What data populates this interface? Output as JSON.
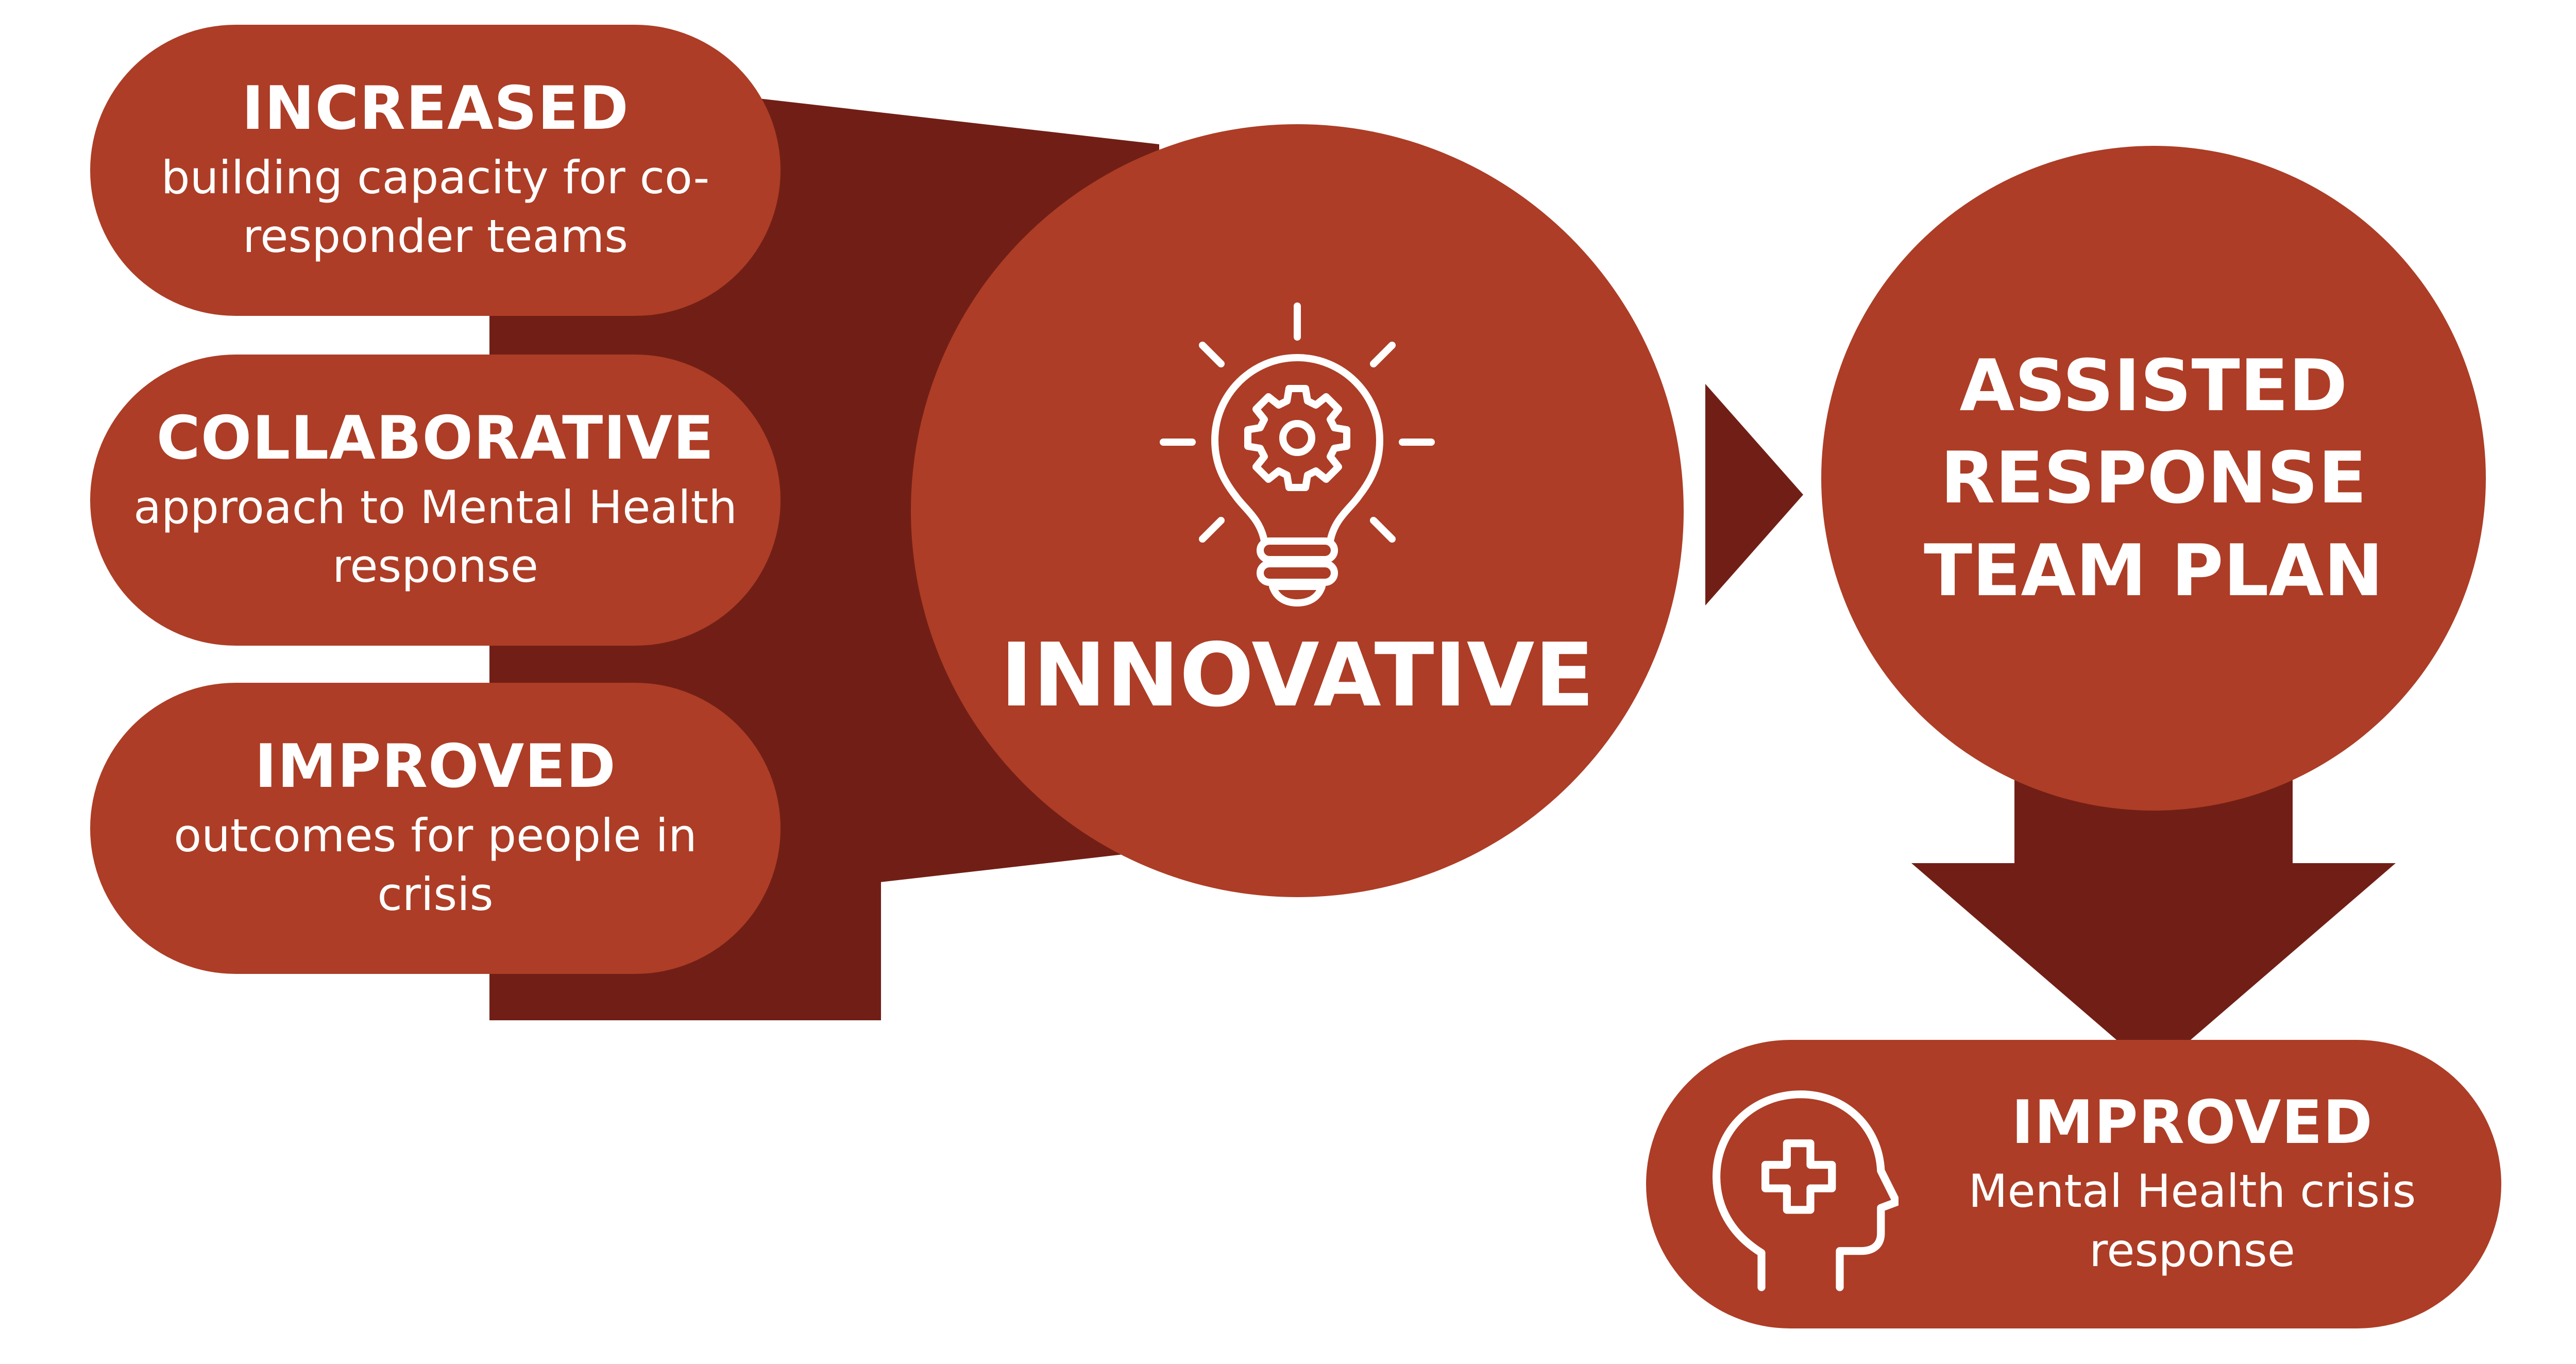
{
  "colors": {
    "shape_fill": "#ad3d26",
    "connector_fill": "#711f16",
    "text": "#ffffff",
    "background": "#ffffff"
  },
  "left_pills": [
    {
      "title": "INCREASED",
      "text": "building capacity for co-responder teams"
    },
    {
      "title": "COLLABORATIVE",
      "text": "approach to Mental Health response"
    },
    {
      "title": "IMPROVED",
      "text": "outcomes for people in crisis"
    }
  ],
  "center": {
    "title": "INNOVATIVE",
    "icon": "lightbulb-gear-icon"
  },
  "right_circle": {
    "title": "ASSISTED RESPONSE TEAM PLAN"
  },
  "bottom": {
    "title": "IMPROVED",
    "text": "Mental Health crisis response",
    "icon": "head-medical-cross-icon"
  }
}
